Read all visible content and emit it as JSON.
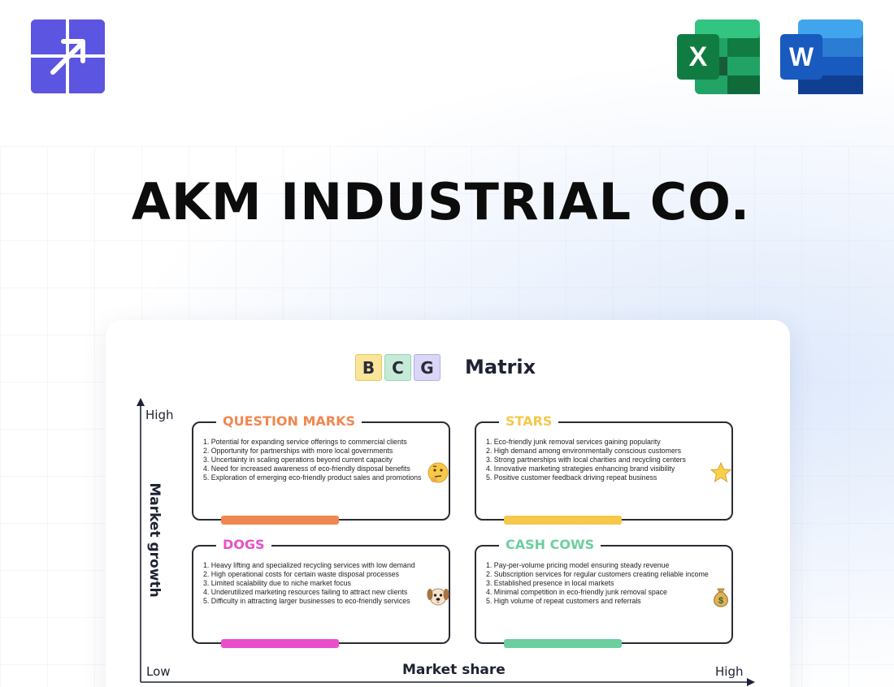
{
  "title": "AKM INDUSTRIAL CO.",
  "app_icons": {
    "excel_letter": "X",
    "word_letter": "W"
  },
  "matrix": {
    "letters": [
      "B",
      "C",
      "G"
    ],
    "heading": "Matrix",
    "y_axis": {
      "title": "Market growth",
      "high": "High"
    },
    "x_axis": {
      "title": "Market share",
      "low": "Low",
      "high": "High"
    },
    "quadrants": {
      "question_marks": {
        "title": "QUESTION MARKS",
        "color": "#f0874f",
        "emoji": "thinking-face",
        "items": [
          "1. Potential for expanding service offerings to commercial clients",
          "2. Opportunity for partnerships with more local governments",
          "3. Uncertainty in scaling operations beyond current capacity",
          "4. Need for increased awareness of eco-friendly disposal benefits",
          "5. Exploration of emerging eco-friendly product sales and promotions"
        ]
      },
      "stars": {
        "title": "STARS",
        "color": "#f5c84a",
        "emoji": "star",
        "items": [
          "1. Eco-friendly junk removal services gaining popularity",
          "2. High demand among environmentally conscious customers",
          "3. Strong partnerships with local charities and recycling centers",
          "4. Innovative marketing strategies enhancing brand visibility",
          "5. Positive customer feedback driving repeat business"
        ]
      },
      "dogs": {
        "title": "DOGS",
        "color": "#e84fc8",
        "emoji": "dog-face",
        "items": [
          "1. Heavy lifting and specialized recycling services with low demand",
          "2. High operational costs for certain waste disposal processes",
          "3. Limited scalability due to niche market focus",
          "4. Underutilized marketing resources failing to attract new clients",
          "5. Difficulty in attracting larger businesses to eco-friendly services"
        ]
      },
      "cash_cows": {
        "title": "CASH COWS",
        "color": "#6ccf9f",
        "emoji": "money-bag",
        "items": [
          "1. Pay-per-volume pricing model ensuring steady revenue",
          "2. Subscription services for regular customers creating reliable income",
          "3. Established presence in local markets",
          "4. Minimal competition in eco-friendly junk removal space",
          "5. High volume of repeat customers and referrals"
        ]
      }
    }
  }
}
